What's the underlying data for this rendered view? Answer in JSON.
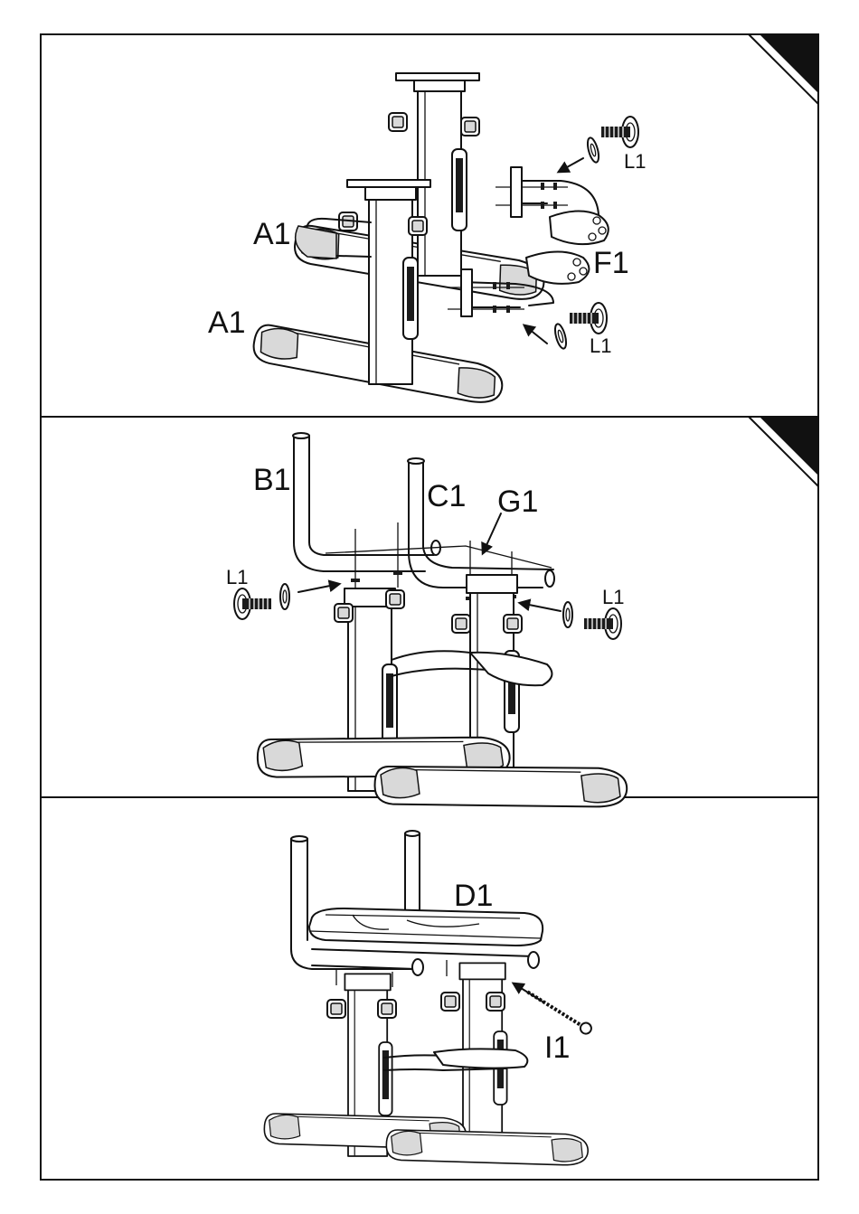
{
  "panels": [
    {
      "labels": {
        "a1_upper": "A1",
        "a1_lower": "A1",
        "f1": "F1",
        "l1_upper": "L1",
        "l1_lower": "L1"
      }
    },
    {
      "labels": {
        "b1": "B1",
        "c1": "C1",
        "g1": "G1",
        "l1_left": "L1",
        "l1_right": "L1"
      }
    },
    {
      "labels": {
        "d1": "D1",
        "i1": "I1"
      }
    }
  ]
}
